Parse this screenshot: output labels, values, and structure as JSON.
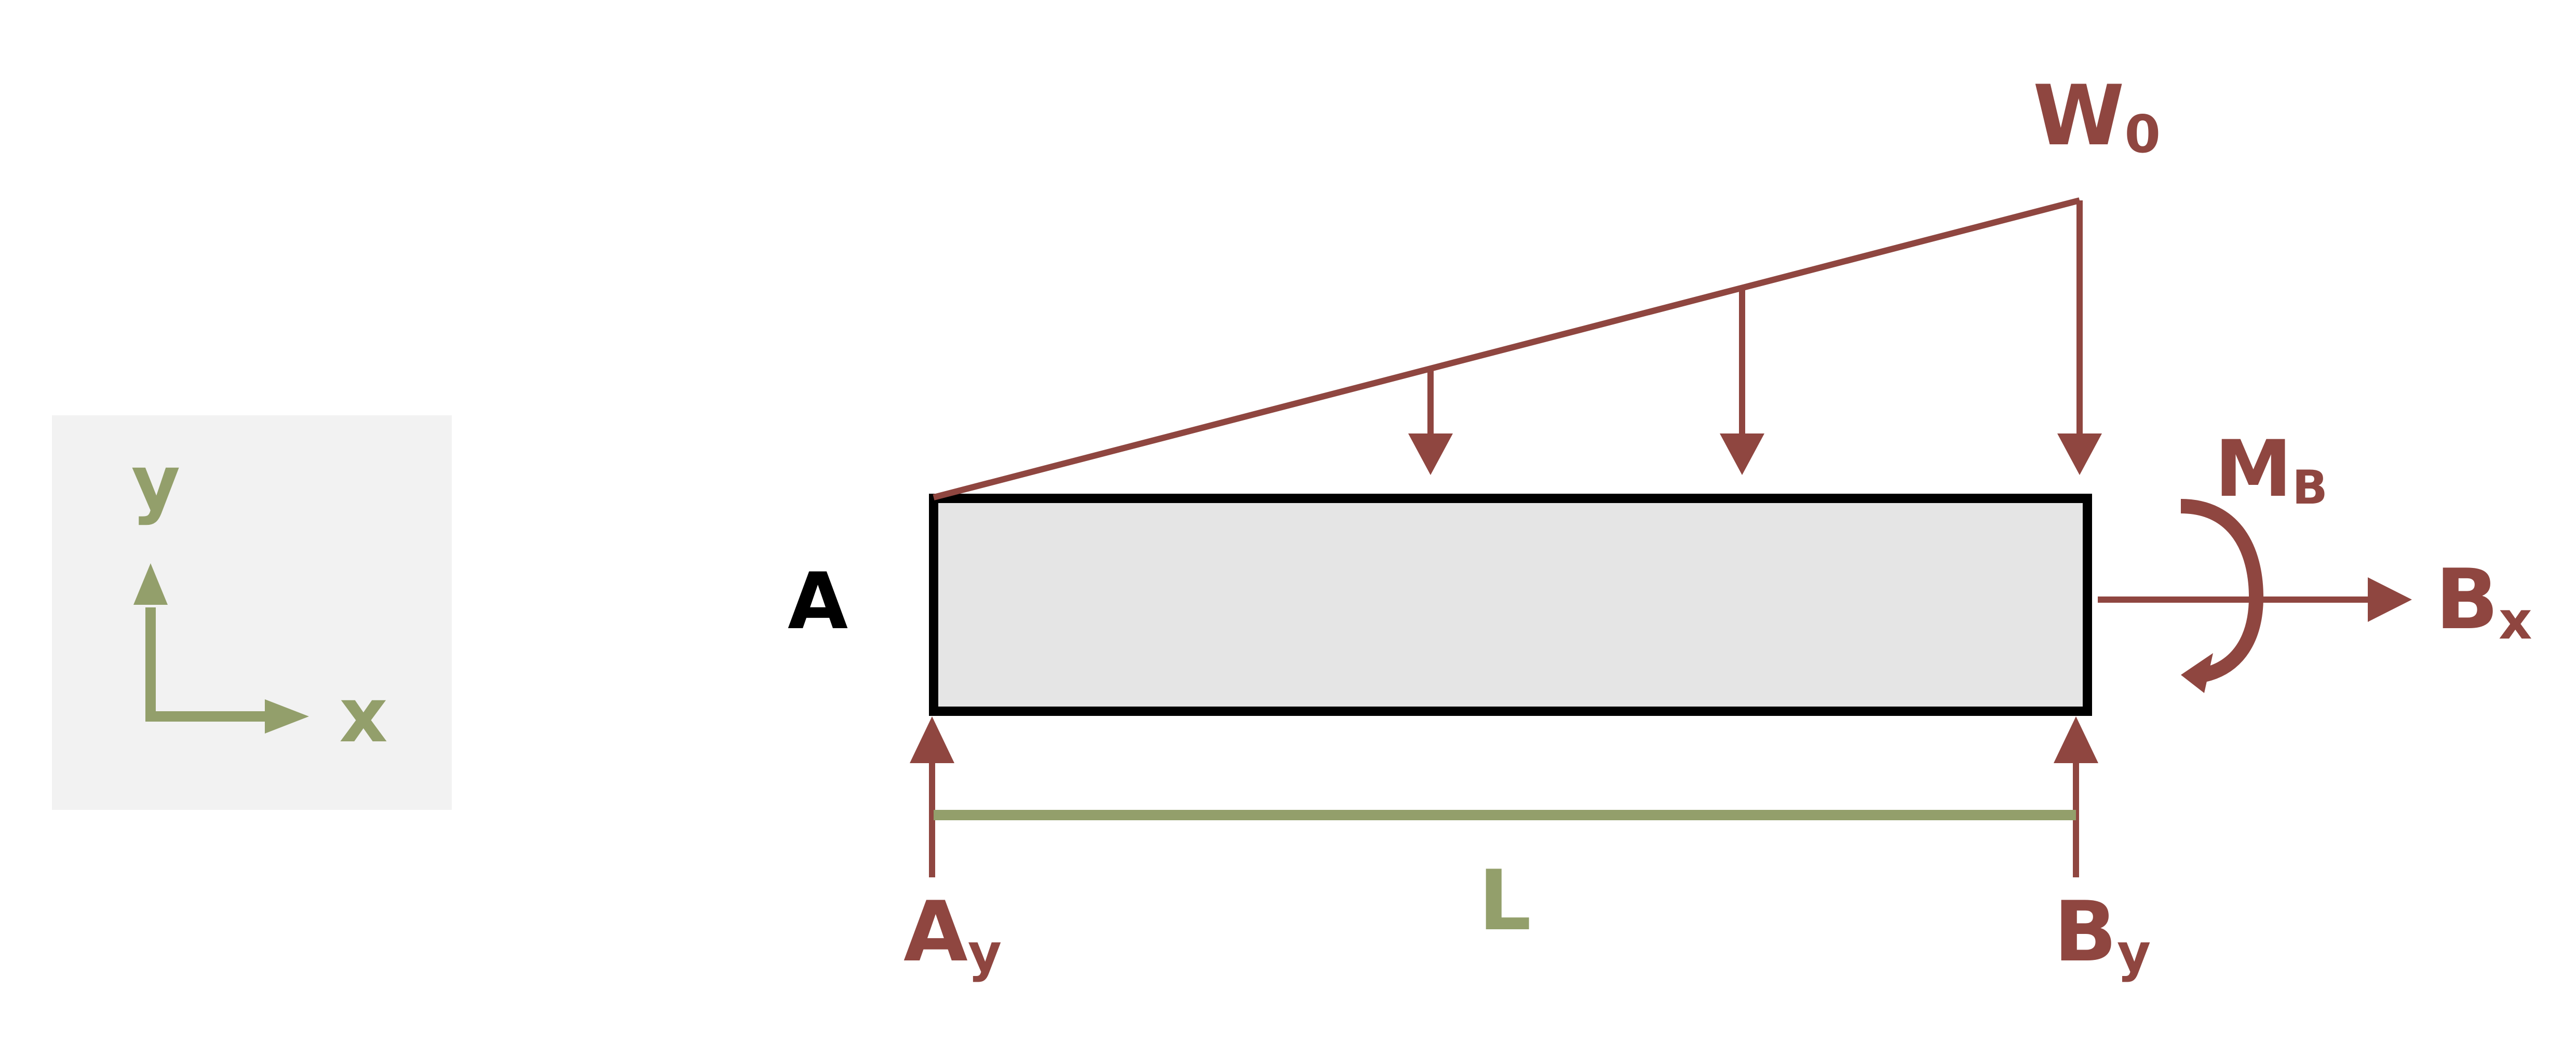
{
  "colors": {
    "load": "#8f4640",
    "axis": "#939f6b",
    "beam_fill": "#e5e5e5",
    "beam_stroke": "#000000",
    "panel_fill": "#f2f2f2",
    "black_text": "#000000"
  },
  "icons": {
    "load_arrow": "down-arrow-icon",
    "reaction_arrow": "up-arrow-icon",
    "horizontal_arrow": "right-arrow-icon",
    "moment_arc": "curved-arrow-icon"
  },
  "axes_panel": {
    "y_label": "y",
    "x_label": "x"
  },
  "beam": {
    "end_label": "A"
  },
  "distributed_load": {
    "label_main": "W",
    "label_sub": "0"
  },
  "support_A": {
    "vertical_main": "A",
    "vertical_sub": "y"
  },
  "support_B": {
    "vertical_main": "B",
    "vertical_sub": "y",
    "horizontal_main": "B",
    "horizontal_sub": "x",
    "moment_main": "M",
    "moment_sub": "B"
  },
  "dimension": {
    "length_label": "L"
  }
}
